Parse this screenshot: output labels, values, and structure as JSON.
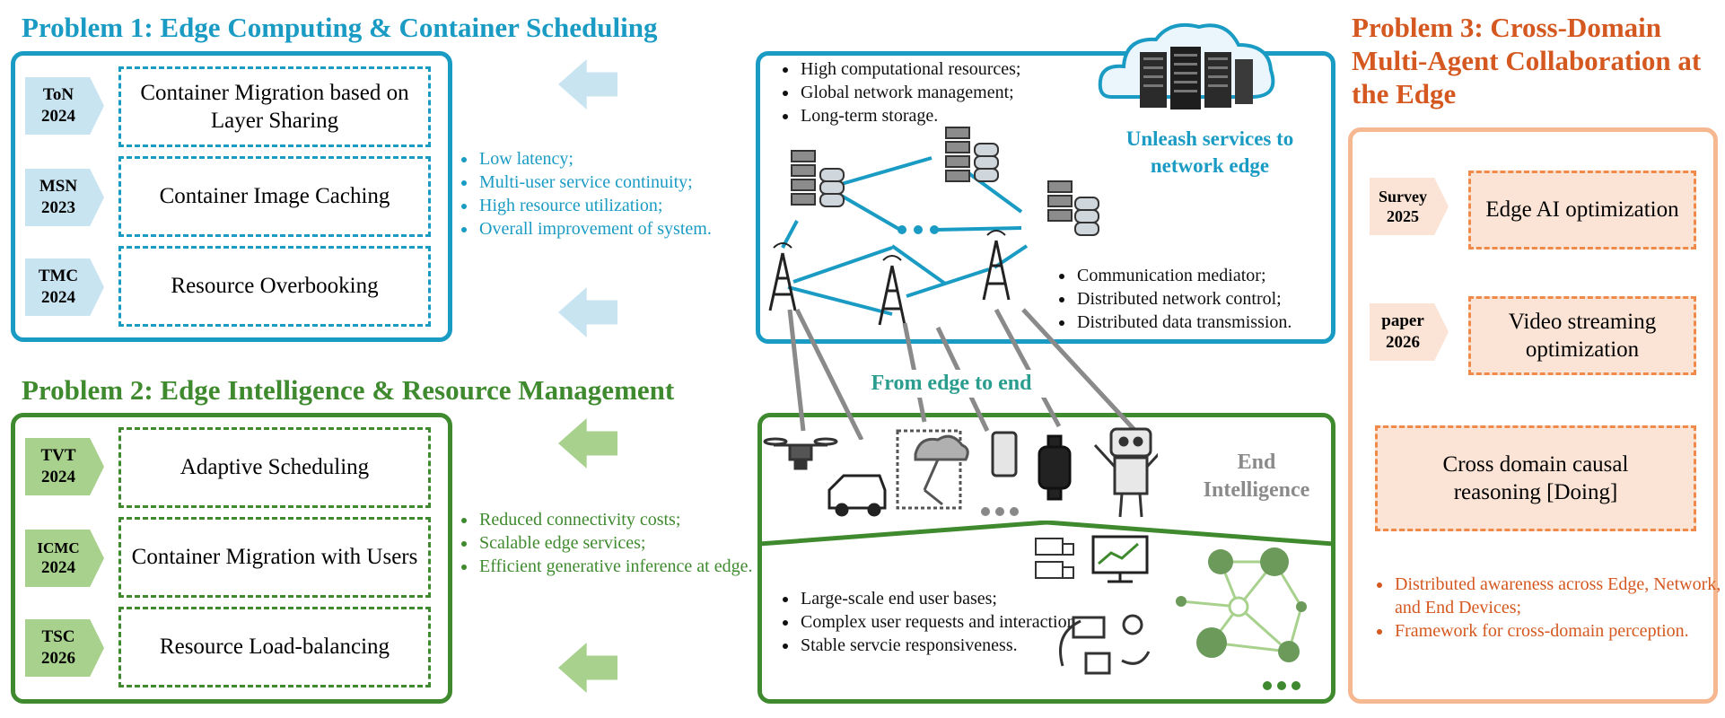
{
  "problem1": {
    "title": "Problem 1: Edge Computing & Container Scheduling",
    "items": [
      {
        "venue": "ToN",
        "year": "2024",
        "label": "Container Migration based on Layer Sharing"
      },
      {
        "venue": "MSN",
        "year": "2023",
        "label": "Container Image Caching"
      },
      {
        "venue": "TMC",
        "year": "2024",
        "label": "Resource Overbooking"
      }
    ],
    "benefits": [
      "Low latency;",
      "Multi-user service continuity;",
      "High resource utilization;",
      "Overall improvement of system."
    ]
  },
  "problem2": {
    "title": "Problem 2: Edge Intelligence & Resource Management",
    "items": [
      {
        "venue": "TVT",
        "year": "2024",
        "label": "Adaptive Scheduling"
      },
      {
        "venue": "ICMC",
        "year": "2024",
        "label": "Container Migration with Users"
      },
      {
        "venue": "TSC",
        "year": "2026",
        "label": "Resource Load-balancing"
      }
    ],
    "benefits": [
      "Reduced connectivity costs;",
      "Scalable edge services;",
      "Efficient generative inference at edge."
    ]
  },
  "problem3": {
    "title": "Problem 3: Cross-Domain Multi-Agent Collaboration at the Edge",
    "items": [
      {
        "venue": "Survey",
        "year": "2025",
        "label": "Edge AI optimization"
      },
      {
        "venue": "paper",
        "year": "2026",
        "label": "Video streaming optimization"
      }
    ],
    "doing": "Cross domain causal reasoning [Doing]",
    "benefits": [
      "Distributed awareness across Edge, Network, and End Devices;",
      "Framework for cross-domain perception."
    ]
  },
  "cloud": {
    "bullets": [
      "High computational resources;",
      "Global network management;",
      "Long-term storage."
    ],
    "label": "Unleash services to network edge"
  },
  "network": {
    "bullets": [
      "Communication mediator;",
      "Distributed network control;",
      "Distributed data transmission."
    ]
  },
  "link_label": "From edge to end",
  "end": {
    "label": "End Intelligence",
    "bullets": [
      "Large-scale end user bases;",
      "Complex user requests and interactions;",
      "Stable servcie responsiveness."
    ]
  },
  "colors": {
    "blue": "#1a9bc4",
    "green": "#3f8a2e",
    "orange": "#d4581f",
    "light_blue": "#c9e4f1",
    "light_green": "#a9d18e",
    "peach": "#fbe4d6"
  },
  "icons": [
    "server-rack-icon",
    "database-icon",
    "cell-tower-icon",
    "cloud-datacenter-icon",
    "drone-icon",
    "van-icon",
    "robot-arm-icon",
    "phone-icon",
    "smartwatch-icon",
    "robot-icon",
    "truck-icon",
    "monitor-chart-icon",
    "network-graph-icon",
    "logistics-icon"
  ]
}
